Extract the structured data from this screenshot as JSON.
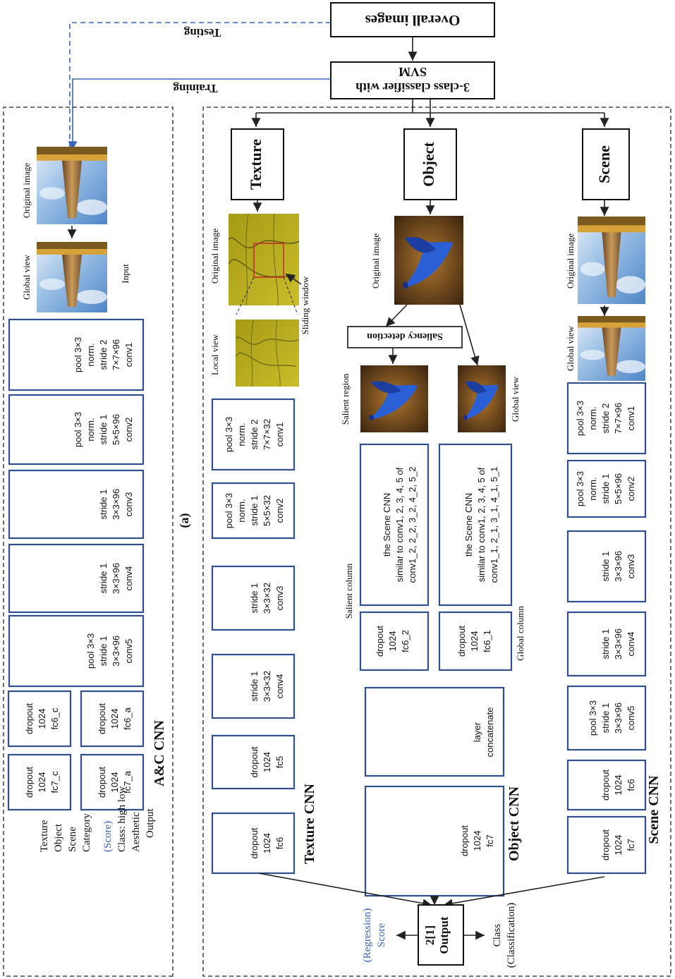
{
  "top": {
    "overall": "Overall images",
    "svm_line1": "3-class classifier with",
    "svm_line2": "SVM",
    "testing": "Testing",
    "training": "Training"
  },
  "branches": {
    "scene": "Scene",
    "object": "Object",
    "texture": "Texture"
  },
  "scene": {
    "title": "Scene CNN",
    "original_label": "Original image",
    "global_label": "Global view",
    "layers": [
      [
        "conv1",
        "7×7×96",
        "stride 2",
        "norm.",
        "pool 3×3"
      ],
      [
        "conv2",
        "5×5×96",
        "stride 1",
        "norm.",
        "pool 3×3"
      ],
      [
        "conv3",
        "3×3×96",
        "stride 1"
      ],
      [
        "conv4",
        "3×3×96",
        "stride 1"
      ],
      [
        "conv5",
        "3×3×96",
        "stride 1",
        "pool 3×3"
      ],
      [
        "fc6",
        "1024",
        "dropout"
      ],
      [
        "fc7",
        "1024",
        "dropout"
      ]
    ]
  },
  "object": {
    "title": "Object CNN",
    "original_label": "Original image",
    "saliency": "Saliency detection",
    "global_label": "Global view",
    "salient_label": "Salient region",
    "global_col": [
      "conv1_1, 2_1, 3_1, 4_1, 5_1",
      "similar to conv1, 2, 3, 4, 5 of",
      "the Scene CNN"
    ],
    "salient_col": [
      "conv1_2, 2_2, 3_2, 4_2, 5_2",
      "similar to conv1, 2, 3, 4, 5 of",
      "the Scene CNN"
    ],
    "global_column": "Global column",
    "salient_column": "Salient column",
    "fc6_1": [
      "fc6_1",
      "1024",
      "dropout"
    ],
    "fc6_2": [
      "fc6_2",
      "1024",
      "dropout"
    ],
    "concat": [
      "concatenate",
      "layer"
    ],
    "fc7": [
      "fc7",
      "1024",
      "dropout"
    ]
  },
  "texture": {
    "title": "Texture CNN",
    "original_label": "Original image",
    "local_label": "Local view",
    "sliding": "Sliding window",
    "layers": [
      [
        "conv1",
        "7×7×32",
        "stride 2",
        "norm.",
        "pool 3×3"
      ],
      [
        "conv2",
        "5×5×32",
        "stride 1",
        "norm.",
        "pool 3×3"
      ],
      [
        "conv3",
        "3×3×32",
        "stride 1"
      ],
      [
        "conv4",
        "3×3×32",
        "stride 1"
      ],
      [
        "fc5",
        "1024",
        "dropout"
      ],
      [
        "fc6",
        "1024",
        "dropout"
      ]
    ]
  },
  "output": {
    "box_line1": "Output",
    "box_line2": "2[1]",
    "class_line1": "Class",
    "class_line2": "(Classification)",
    "score_line1": "Score",
    "score_line2": "(Regression)"
  },
  "ac": {
    "title": "A&C CNN",
    "input_label": "Input",
    "original_label": "Original image",
    "global_label": "Global view",
    "layers": [
      [
        "conv1",
        "7×7×96",
        "stride 2",
        "norm.",
        "pool 3×3"
      ],
      [
        "conv2",
        "5×5×96",
        "stride 1",
        "norm.",
        "pool 3×3"
      ],
      [
        "conv3",
        "3×3×96",
        "stride 1"
      ],
      [
        "conv4",
        "3×3×96",
        "stride 1"
      ],
      [
        "conv5",
        "3×3×96",
        "stride 1",
        "pool 3×3"
      ]
    ],
    "fc6_a": [
      "fc6_a",
      "1024",
      "dropout"
    ],
    "fc7_a": [
      "fc7_a",
      "1024",
      "dropout"
    ],
    "fc6_c": [
      "fc6_c",
      "1024",
      "dropout"
    ],
    "fc7_c": [
      "fc7_c",
      "1024",
      "dropout"
    ],
    "out_title": "Output",
    "aesthetic": "Aesthetic",
    "class_hl": "Class: high low",
    "score": "(Score)",
    "category": "Category",
    "cat_items": [
      "Scene",
      "Object",
      "Texture"
    ]
  },
  "caption": "(a)",
  "colors": {
    "box_stroke": "#2f4f8f",
    "accent_blue": "#3a63b8"
  }
}
